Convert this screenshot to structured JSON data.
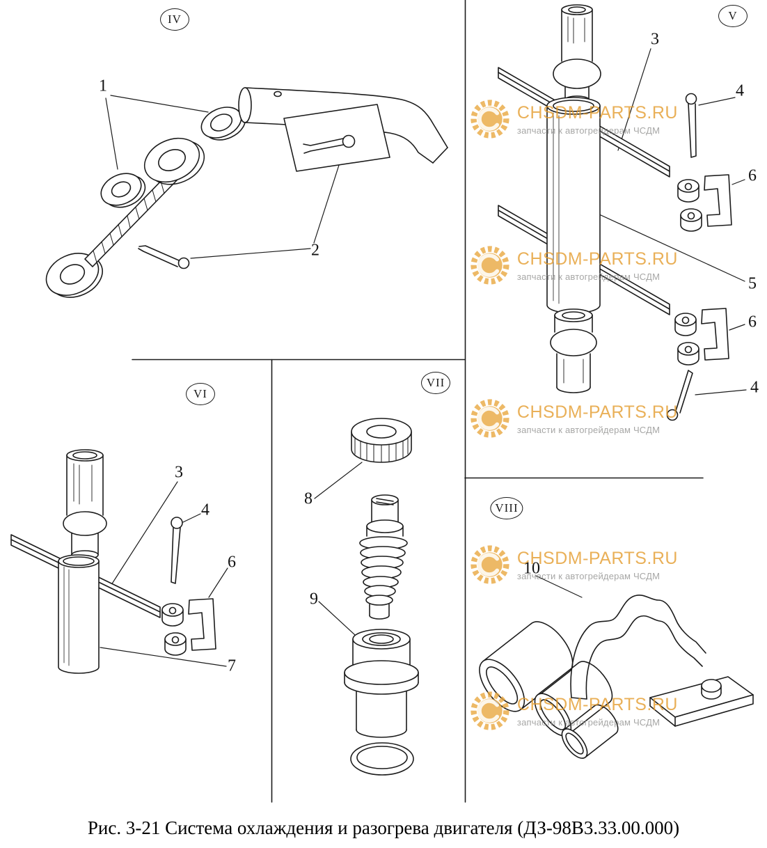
{
  "figure": {
    "caption": "Рис. 3-21 Система охлаждения и разогрева двигателя (ДЗ-98В3.33.00.000)"
  },
  "panels": {
    "p4": {
      "label": "IV"
    },
    "p5": {
      "label": "V"
    },
    "p6": {
      "label": "VI"
    },
    "p7": {
      "label": "VII"
    },
    "p8": {
      "label": "VIII"
    }
  },
  "callouts": {
    "iv": [
      "1",
      "2"
    ],
    "v": [
      "3",
      "4",
      "6",
      "5",
      "6",
      "4"
    ],
    "vi": [
      "3",
      "4",
      "6",
      "7"
    ],
    "vii": [
      "8",
      "9"
    ],
    "viii": [
      "10"
    ]
  },
  "watermark": {
    "brand": "CHSDM-PARTS.RU",
    "subtitle": "запчасти к автогрейдерам ЧСДМ",
    "accent_color": "#E8A33B"
  }
}
